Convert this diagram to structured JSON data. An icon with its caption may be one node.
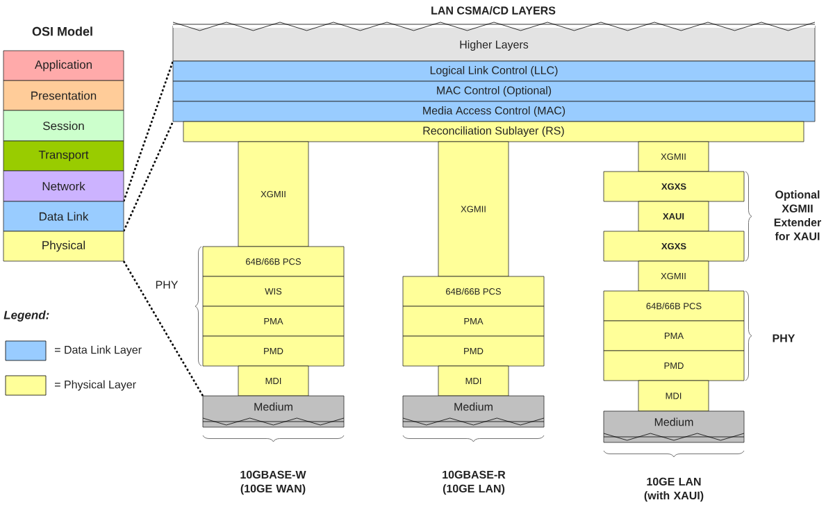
{
  "diagram": {
    "nodes": [
      {
        "text": [
          "Application"
        ]
      },
      {
        "text": [
          "Presentation"
        ]
      },
      {
        "text": [
          "Session"
        ]
      },
      {
        "text": [
          "Transport"
        ]
      },
      {
        "text": [
          "Network"
        ]
      },
      {
        "text": [
          "Data Link"
        ]
      },
      {
        "text": [
          "Physical"
        ]
      },
      {
        "text": [
          "Higher Layers"
        ]
      },
      {
        "text": [
          "Logical Link Control (LLC)"
        ]
      },
      {
        "text": [
          "MAC Control (Optional)"
        ]
      },
      {
        "text": [
          "Media Access Control (MAC)"
        ]
      },
      {
        "text": [
          "Reconciliation  Sublayer (RS)"
        ]
      },
      {
        "text": [
          "XGMII"
        ]
      },
      {
        "text": [
          "64B/66B PCS"
        ]
      },
      {
        "text": [
          "WIS"
        ]
      },
      {
        "text": [
          "PMA"
        ]
      },
      {
        "text": [
          "PMD"
        ]
      },
      {
        "text": [
          "MDI"
        ]
      },
      {
        "text": [
          "Medium"
        ]
      },
      {
        "text": [
          "XGMII"
        ]
      },
      {
        "text": [
          "64B/66B PCS"
        ]
      },
      {
        "text": [
          "PMA"
        ]
      },
      {
        "text": [
          "PMD"
        ]
      },
      {
        "text": [
          "MDI"
        ]
      },
      {
        "text": [
          "Medium"
        ]
      },
      {
        "text": [
          "XGMII"
        ]
      },
      {
        "text": [
          "XGXS"
        ]
      },
      {
        "text": [
          "XAUI"
        ]
      },
      {
        "text": [
          "XGXS"
        ]
      },
      {
        "text": [
          "XGMII"
        ]
      },
      {
        "text": [
          "64B/66B PCS"
        ]
      },
      {
        "text": [
          "PMA"
        ]
      },
      {
        "text": [
          "PMD"
        ]
      },
      {
        "text": [
          "MDI"
        ]
      },
      {
        "text": [
          "Medium"
        ]
      }
    ],
    "edges": [
      {
        "from": 5,
        "to": 8,
        "arrow": "none",
        "style": "dashed"
      },
      {
        "from": 5,
        "to": 10,
        "arrow": "none",
        "style": "dashed"
      },
      {
        "from": 6,
        "to": 18,
        "arrow": "none",
        "style": "dashed"
      }
    ],
    "labels": [
      "LAN CSMA/CD LAYERS",
      "OSI Model",
      "Optional XGMII Extender for XAUI",
      "PHY",
      "Legend:",
      "PHY",
      "10GBASE-W (10GE WAN)",
      "10GBASE-R (10GE LAN)",
      "10GE LAN (with XAUI)"
    ],
    "legend": [
      {
        "text": "= Data Link Layer",
        "color": "#99ccff"
      },
      {
        "text": "= Physical Layer",
        "color": "#ffff99"
      }
    ]
  }
}
